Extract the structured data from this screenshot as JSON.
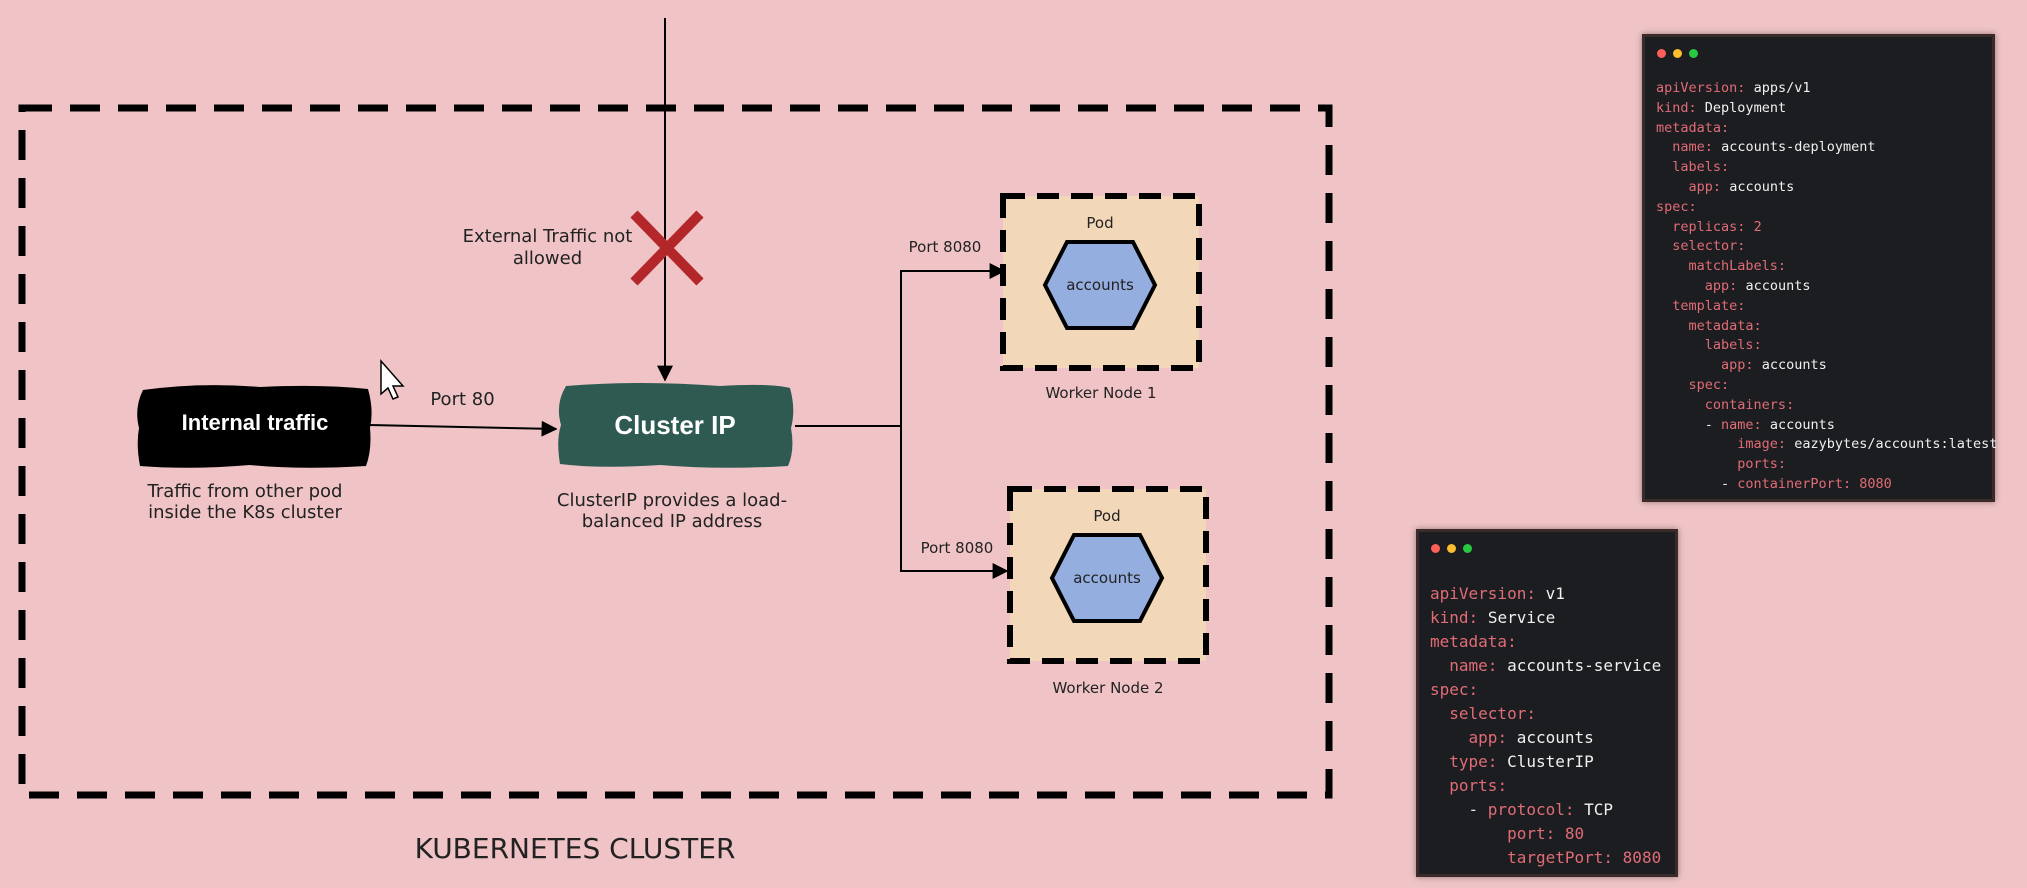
{
  "colors": {
    "background": "#f0c4c6",
    "internal_traffic_fill": "#000000",
    "cluster_ip_fill": "#2e5a52",
    "pod_fill": "#f2d7b8",
    "hexagon_fill": "#94aee0",
    "blocked_x": "#b3272a",
    "code_background": "#1c1d21",
    "code_key": "#e06c75"
  },
  "external": {
    "label": "External Traffic not allowed"
  },
  "internal": {
    "label": "Internal traffic",
    "caption": "Traffic from other pod inside the K8s cluster",
    "port_label": "Port 80"
  },
  "cluster_ip": {
    "label": "Cluster IP",
    "caption": "ClusterIP provides a load-balanced IP address"
  },
  "pods": [
    {
      "title": "Pod",
      "app": "accounts",
      "node": "Worker Node 1",
      "port_label": "Port 8080"
    },
    {
      "title": "Pod",
      "app": "accounts",
      "node": "Worker Node 2",
      "port_label": "Port 8080"
    }
  ],
  "cluster": {
    "label": "KUBERNETES CLUSTER"
  },
  "deployment_yaml": [
    {
      "indent": 0,
      "key": "apiVersion",
      "value": "apps/v1"
    },
    {
      "indent": 0,
      "key": "kind",
      "value": "Deployment"
    },
    {
      "indent": 0,
      "key": "metadata",
      "value": ""
    },
    {
      "indent": 1,
      "key": "name",
      "value": "accounts-deployment"
    },
    {
      "indent": 1,
      "key": "labels",
      "value": ""
    },
    {
      "indent": 2,
      "key": "app",
      "value": "accounts"
    },
    {
      "indent": 0,
      "key": "spec",
      "value": ""
    },
    {
      "indent": 1,
      "key": "replicas",
      "value": "2",
      "num": true
    },
    {
      "indent": 1,
      "key": "selector",
      "value": ""
    },
    {
      "indent": 2,
      "key": "matchLabels",
      "value": ""
    },
    {
      "indent": 3,
      "key": "app",
      "value": "accounts"
    },
    {
      "indent": 1,
      "key": "template",
      "value": ""
    },
    {
      "indent": 2,
      "key": "metadata",
      "value": ""
    },
    {
      "indent": 3,
      "key": "labels",
      "value": ""
    },
    {
      "indent": 4,
      "key": "app",
      "value": "accounts"
    },
    {
      "indent": 2,
      "key": "spec",
      "value": ""
    },
    {
      "indent": 3,
      "key": "containers",
      "value": ""
    },
    {
      "indent": 3,
      "dash": true,
      "key": "name",
      "value": "accounts"
    },
    {
      "indent": 4,
      "dash_pad": true,
      "key": "image",
      "value": "eazybytes/accounts:latest"
    },
    {
      "indent": 4,
      "dash_pad": true,
      "key": "ports",
      "value": ""
    },
    {
      "indent": 4,
      "dash": true,
      "key": "containerPort",
      "value": "8080",
      "num": true
    }
  ],
  "service_yaml": [
    {
      "indent": 0,
      "key": "apiVersion",
      "value": "v1"
    },
    {
      "indent": 0,
      "key": "kind",
      "value": "Service"
    },
    {
      "indent": 0,
      "key": "metadata",
      "value": ""
    },
    {
      "indent": 1,
      "key": "name",
      "value": "accounts-service"
    },
    {
      "indent": 0,
      "key": "spec",
      "value": ""
    },
    {
      "indent": 1,
      "key": "selector",
      "value": ""
    },
    {
      "indent": 2,
      "key": "app",
      "value": "accounts"
    },
    {
      "indent": 1,
      "key": "type",
      "value": "ClusterIP"
    },
    {
      "indent": 1,
      "key": "ports",
      "value": ""
    },
    {
      "indent": 2,
      "dash": true,
      "key": "protocol",
      "value": "TCP"
    },
    {
      "indent": 3,
      "dash_pad": true,
      "key": "port",
      "value": "80",
      "num": true
    },
    {
      "indent": 3,
      "dash_pad": true,
      "key": "targetPort",
      "value": "8080",
      "num": true
    }
  ]
}
